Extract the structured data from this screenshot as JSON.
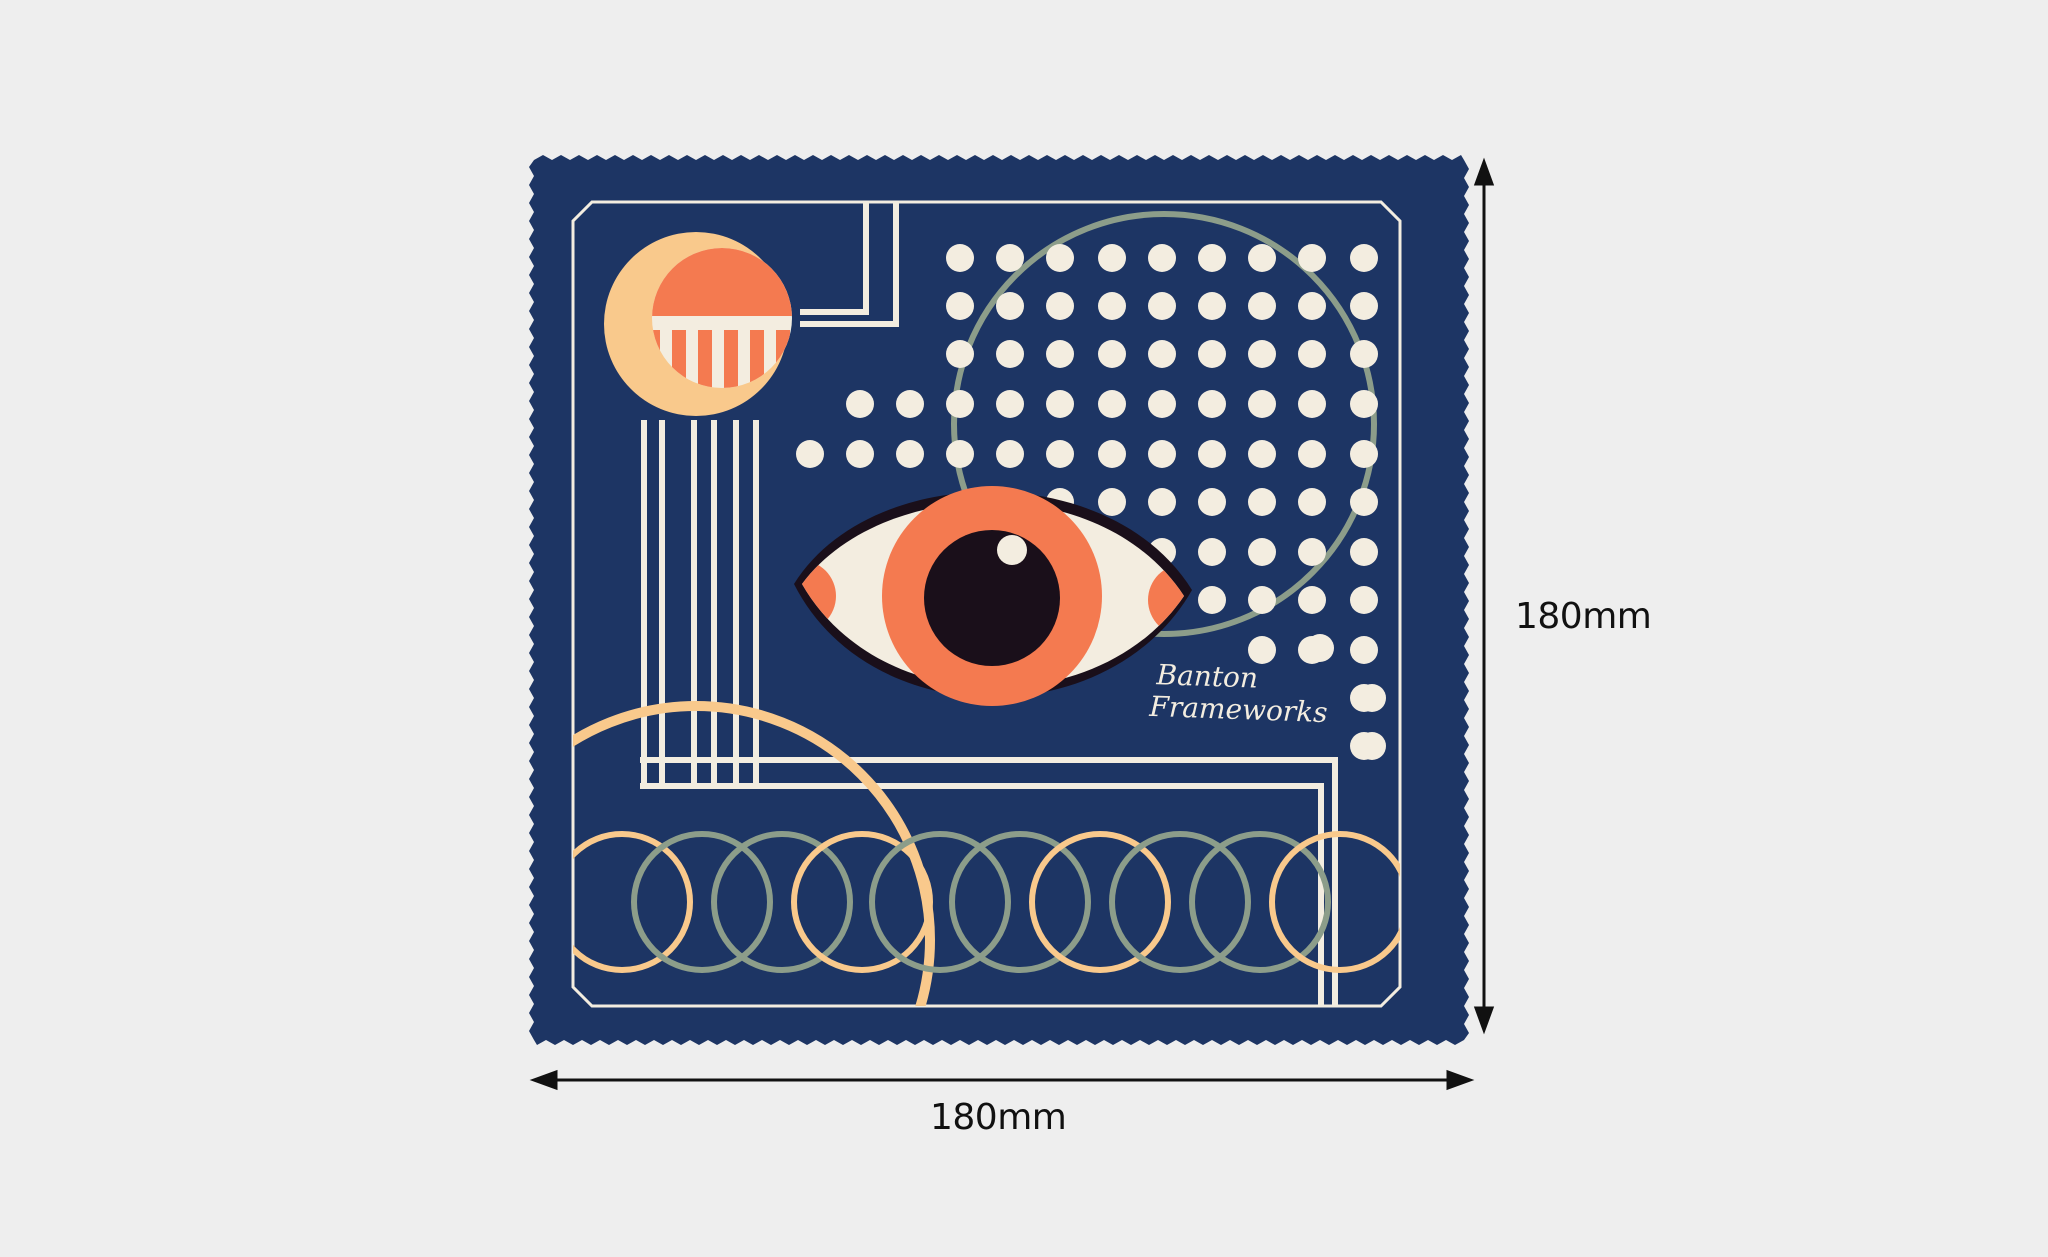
{
  "dimensions": {
    "width_label": "180mm",
    "height_label": "180mm"
  },
  "cloth": {
    "brand_line_1": "Banton",
    "brand_line_2": "Frameworks"
  },
  "colors": {
    "background": "#eeeeee",
    "cloth_navy": "#1d3564",
    "cream": "#f3ede0",
    "orange": "#f47a50",
    "peach": "#f9c98c",
    "sage": "#8c9d8a",
    "pupil": "#1a0f1a",
    "arrow": "#111111"
  },
  "icons": [
    "eye-icon",
    "circle-logo-icon",
    "arrow-icon"
  ]
}
